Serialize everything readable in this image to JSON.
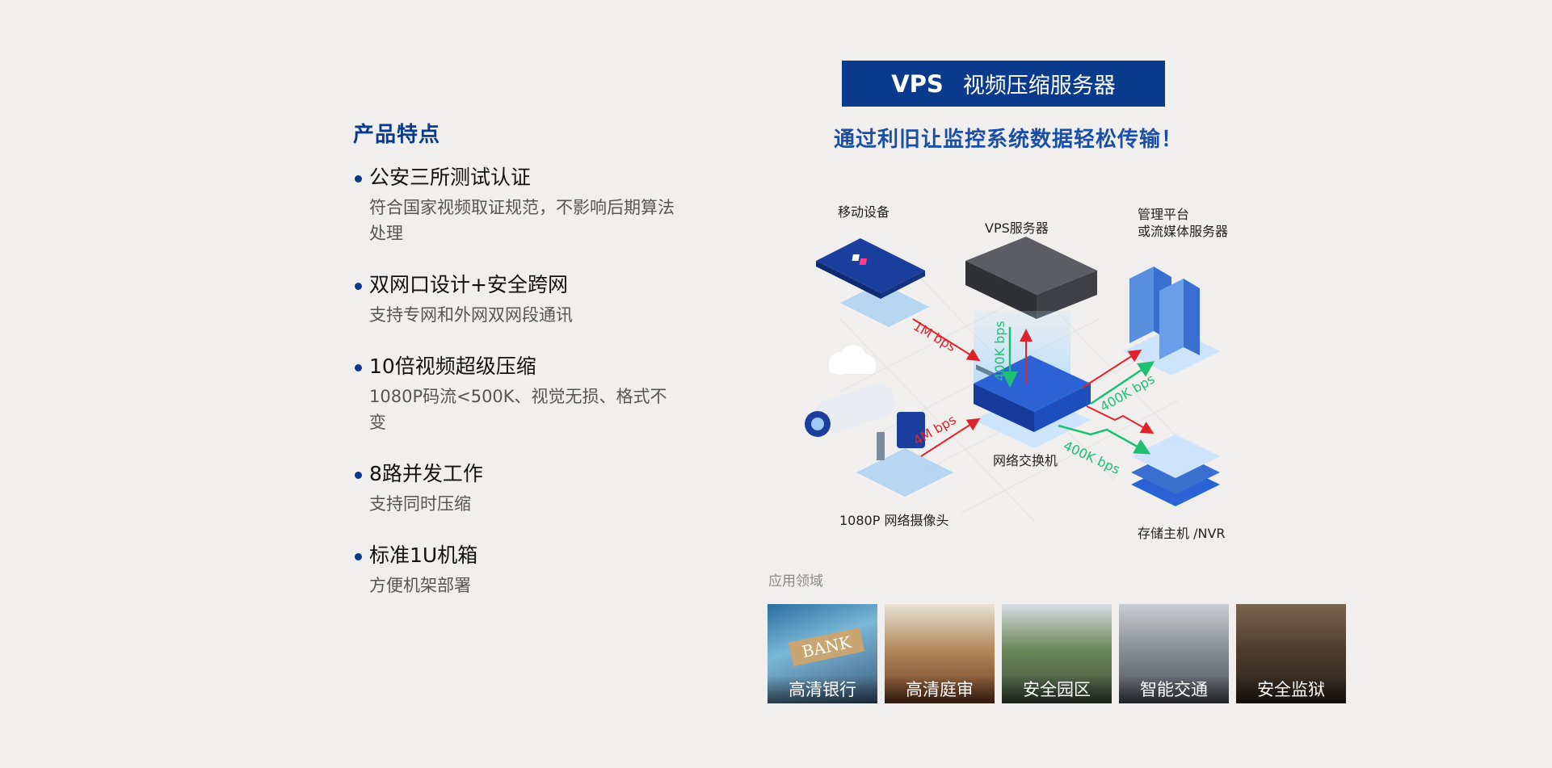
{
  "features": {
    "heading": "产品特点",
    "items": [
      {
        "title": "公安三所测试认证",
        "desc": "符合国家视频取证规范，不影响后期算法处理"
      },
      {
        "title": "双网口设计+安全跨网",
        "desc": " 支持专网和外网双网段通讯"
      },
      {
        "title": "10倍视频超级压缩",
        "desc": "1080P码流<500K、视觉无损、格式不变"
      },
      {
        "title": "8路并发工作",
        "desc": "支持同时压缩"
      },
      {
        "title": "标准1U机箱",
        "desc": "方便机架部署"
      }
    ]
  },
  "banner": {
    "brand": "VPS",
    "title": "视频压缩服务器"
  },
  "tagline": "通过利旧让监控系统数据轻松传输！",
  "diagram": {
    "mobile": "移动设备",
    "server": "VPS服务器",
    "platform_1": "管理平台",
    "platform_2": "或流媒体服务器",
    "switch": "网络交换机",
    "camera": "1080P 网络摄像头",
    "storage": "存储主机 /NVR",
    "rate_mobile": "1M  bps",
    "rate_camera": "4M  bps",
    "rate_vertical": "400K  bps",
    "rate_platform": "400K  bps",
    "rate_storage": "400K  bps"
  },
  "applications": {
    "heading": "应用领域",
    "items": [
      {
        "label": "高清银行",
        "sign": "BANK"
      },
      {
        "label": "高清庭审"
      },
      {
        "label": "安全园区"
      },
      {
        "label": "智能交通"
      },
      {
        "label": "安全监狱"
      }
    ]
  },
  "colors": {
    "brand_blue": "#0a3a8c",
    "arrow_red": "#e0232b",
    "arrow_green": "#1fbf73"
  }
}
